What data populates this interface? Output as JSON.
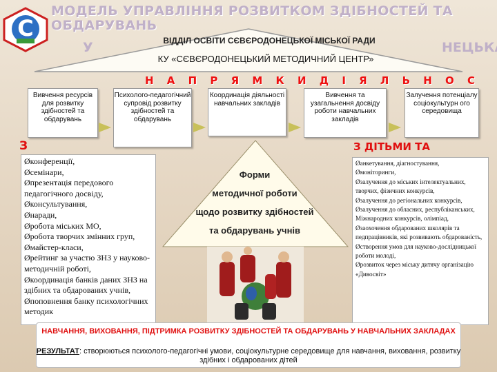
{
  "header": {
    "title": "МОДЕЛЬ УПРАВЛІННЯ РОЗВИТКОМ ЗДІБНОСТЕЙ ТА ОБДАРУВАНЬ",
    "ghost_right": "НЕЦЬКА",
    "ghost_left": "У",
    "department": "ВІДДІЛ ОСВІТИ СЄВЄРОДОНЕЦЬКОЇ МІСЬКОЇ РАДИ",
    "center": "КУ «СЄВЄРОДОНЕЦЬКИЙ МЕТОДИЧНИЙ ЦЕНТР»",
    "logo_letter": "C"
  },
  "directions_title": "Н А П Р Я М К И     Д І Я Л Ь Н О С",
  "direction_boxes": [
    "Вивчення ресурсів для розвитку здібностей та обдарувань",
    "Психолого-педагогічний супровід розвитку здібностей та обдарувань",
    "Координація діяльності навчальних закладів",
    "Вивчення та узагальнення досвіду роботи навчальних закладів",
    "Залучення потенціалу соціокультурн ого середовища"
  ],
  "left_heading": "З",
  "right_heading": "З ДІТЬМИ ТА",
  "left_items": [
    "конференції,",
    "семінари,",
    "презентація передового педагогічного досвіду,",
    "консультування,",
    "наради,",
    "робота міських МО,",
    "робота творчих змінних груп,",
    "майстер-класи,",
    "рейтинг за участю ЗНЗ у науково-методичній роботі,",
    "координація банків даних ЗНЗ на здібних та обдарованих учнів,",
    "поповнення банку психологічних методик"
  ],
  "right_items": [
    "анкетування, діагностування,",
    "моніторинги,",
    "залучення до міських інтелектуальних, творчих, фізичних конкурсів,",
    "залучення до регіональних конкурсів,",
    "залучення до обласних, республіканських, Міжнародних конкурсів, олімпіад,",
    "заохочення обдарованих школярів та педпрацівників, які розвивають обдарованість,",
    "створення умов для науково-дослідницької роботи молоді,",
    "розвиток через міську дитячу організацію «Дивосвіт»"
  ],
  "forms": {
    "line1": "Форми",
    "line2": "методичної роботи",
    "line3": "щодо розвитку здібностей",
    "line4": "та обдарувань учнів"
  },
  "bottom": {
    "main": "НАВЧАННЯ, ВИХОВАННЯ, ПІДТРИМКА РОЗВИТКУ ЗДІБНОСТЕЙ ТА ОБДАРУВАНЬ У НАВЧАЛЬНИХ ЗАКЛАДАХ",
    "result_label": "РЕЗУЛЬТАТ",
    "result_text": ": створюються психолого-педагогічні умови, соціокультурне середовище для навчання, виховання, розвитку здібних і обдарованих дітей"
  }
}
